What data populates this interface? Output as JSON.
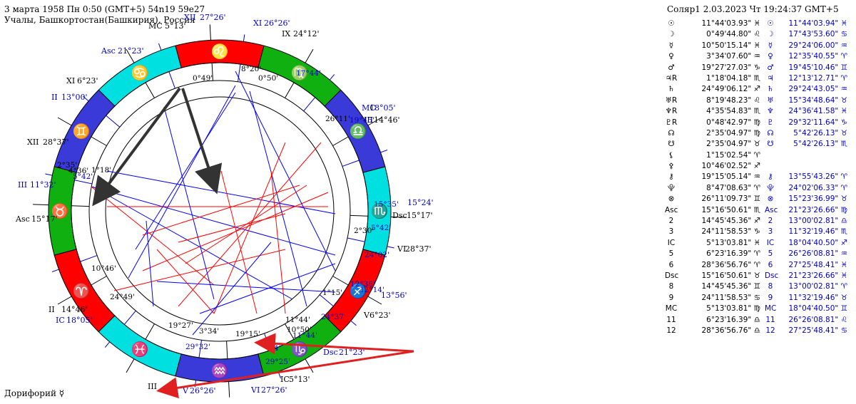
{
  "header": {
    "left_line1": "3 марта 1958  Пн   0:50 (GMT+5) 54n19  59e27",
    "left_line2": "Учалы, Башкортостан(Башкирия), Россия",
    "right_line": "Соляр1  2.03.2023  Чт 19:24:37 GMT+5"
  },
  "chart": {
    "signs": [
      {
        "glyph": "♌",
        "color": "#ff0000"
      },
      {
        "glyph": "♋",
        "color": "#00e0e0"
      },
      {
        "glyph": "♊",
        "color": "#3a3ad8"
      },
      {
        "glyph": "♉",
        "color": "#10b010"
      },
      {
        "glyph": "♈",
        "color": "#ff0000"
      },
      {
        "glyph": "♓",
        "color": "#00e0e0"
      },
      {
        "glyph": "♒",
        "color": "#3a3ad8"
      },
      {
        "glyph": "♑",
        "color": "#10b010"
      },
      {
        "glyph": "♐",
        "color": "#ff0000"
      },
      {
        "glyph": "♏",
        "color": "#00e0e0"
      },
      {
        "glyph": "♎",
        "color": "#3a3ad8"
      },
      {
        "glyph": "♍",
        "color": "#10b010"
      }
    ],
    "outer_labels": [
      {
        "text": "MC",
        "color": "#000"
      },
      {
        "text": "5°13'",
        "color": "#000"
      },
      {
        "text": "XII",
        "color": "#0000c8"
      },
      {
        "text": "27°26'",
        "color": "#0000c8"
      },
      {
        "text": "XI",
        "color": "#0000c8"
      },
      {
        "text": "26°26'",
        "color": "#0000c8"
      },
      {
        "text": "IX",
        "color": "#000"
      },
      {
        "text": "24°12'",
        "color": "#000"
      },
      {
        "text": "Asc",
        "color": "#0000c8"
      },
      {
        "text": "21°23'",
        "color": "#0000c8"
      },
      {
        "text": "XI",
        "color": "#000"
      },
      {
        "text": "6°23'",
        "color": "#000"
      },
      {
        "text": "II",
        "color": "#0000c8"
      },
      {
        "text": "13°00'",
        "color": "#0000c8"
      },
      {
        "text": "XII",
        "color": "#000"
      },
      {
        "text": "28°37'",
        "color": "#000"
      },
      {
        "text": "III",
        "color": "#0000c8"
      },
      {
        "text": "11°32'",
        "color": "#0000c8"
      },
      {
        "text": "Asc",
        "color": "#000"
      },
      {
        "text": "15°17'",
        "color": "#000"
      },
      {
        "text": "II",
        "color": "#000"
      },
      {
        "text": "14°46'",
        "color": "#000"
      },
      {
        "text": "IC",
        "color": "#0000c8"
      },
      {
        "text": "18°05'",
        "color": "#0000c8"
      },
      {
        "text": "III",
        "color": "#000"
      },
      {
        "text": "V",
        "color": "#0000c8"
      },
      {
        "text": "26°26'",
        "color": "#0000c8"
      },
      {
        "text": "VI",
        "color": "#0000c8"
      },
      {
        "text": "27°26'",
        "color": "#0000c8"
      },
      {
        "text": "IC",
        "color": "#000"
      },
      {
        "text": "5°13'",
        "color": "#000"
      },
      {
        "text": "Dsc",
        "color": "#0000c8"
      },
      {
        "text": "21°23'",
        "color": "#0000c8"
      },
      {
        "text": "V",
        "color": "#000"
      },
      {
        "text": "6°23'",
        "color": "#000"
      },
      {
        "text": "13°56'",
        "color": "#0000c8"
      },
      {
        "text": "VI",
        "color": "#000"
      },
      {
        "text": "28°37'",
        "color": "#000"
      },
      {
        "text": "Dsc",
        "color": "#000"
      },
      {
        "text": "15°17'",
        "color": "#000"
      },
      {
        "text": "III",
        "color": "#000"
      },
      {
        "text": "14°46'",
        "color": "#000"
      },
      {
        "text": "MC",
        "color": "#0000c8"
      },
      {
        "text": "18°05'",
        "color": "#0000c8"
      },
      {
        "text": "15°24'",
        "color": "#0000c8"
      }
    ],
    "inner_labels": [
      {
        "text": "0°49'",
        "color": "#000"
      },
      {
        "text": "8°20'",
        "color": "#000"
      },
      {
        "text": "0°50'",
        "color": "#000"
      },
      {
        "text": "17°44'",
        "color": "#0000c8"
      },
      {
        "text": "26°11'",
        "color": "#000"
      },
      {
        "text": "19°45'",
        "color": "#0000c8"
      },
      {
        "text": "2°35'",
        "color": "#000"
      },
      {
        "text": "4°36'",
        "color": "#000"
      },
      {
        "text": "5°42'",
        "color": "#0000c8"
      },
      {
        "text": "1°18'",
        "color": "#000"
      },
      {
        "text": "15°35'",
        "color": "#0000c8"
      },
      {
        "text": "5°42'",
        "color": "#0000c8"
      },
      {
        "text": "2°30'",
        "color": "#000"
      },
      {
        "text": "24°02'",
        "color": "#0000c8"
      },
      {
        "text": "10°46'",
        "color": "#000"
      },
      {
        "text": "24°49'",
        "color": "#000"
      },
      {
        "text": "12°36'",
        "color": "#0000c8"
      },
      {
        "text": "12°14'",
        "color": "#0000c8"
      },
      {
        "text": "1°15'",
        "color": "#000"
      },
      {
        "text": "11°44'",
        "color": "#000"
      },
      {
        "text": "24°37'",
        "color": "#0000c8"
      },
      {
        "text": "10°50'",
        "color": "#000"
      },
      {
        "text": "11°44'",
        "color": "#0000c8"
      },
      {
        "text": "19°27'",
        "color": "#000"
      },
      {
        "text": "3°34'",
        "color": "#000"
      },
      {
        "text": "19°15'",
        "color": "#000"
      },
      {
        "text": "29°32'",
        "color": "#0000c8"
      },
      {
        "text": "°24'",
        "color": "#0000c8"
      },
      {
        "text": "29°25'",
        "color": "#0000c8"
      }
    ]
  },
  "planets": [
    {
      "g1": "☉",
      "v1": "11°44'03.93\" ♓",
      "g2": "☉",
      "v2": "11°44'03.94\" ♓"
    },
    {
      "g1": "☽",
      "v1": "0°49'44.80\" ♌",
      "g2": "☽",
      "v2": "17°43'53.60\" ♋"
    },
    {
      "g1": "☿",
      "v1": "10°50'15.14\" ♓",
      "g2": "☿",
      "v2": "29°24'06.00\" ♒"
    },
    {
      "g1": "♀",
      "v1": "3°34'07.60\" ♒",
      "g2": "♀",
      "v2": "12°35'40.55\" ♈"
    },
    {
      "g1": "♂",
      "v1": "19°27'27.03\" ♑",
      "g2": "♂",
      "v2": "19°45'10.46\" ♊"
    },
    {
      "g1": "♃R",
      "v1": "1°18'04.18\" ♏",
      "g2": "♃",
      "v2": "12°13'12.71\" ♈"
    },
    {
      "g1": "♄",
      "v1": "24°49'06.12\" ♐",
      "g2": "♄",
      "v2": "29°24'43.05\" ♒"
    },
    {
      "g1": "♅R",
      "v1": "8°19'48.23\" ♌",
      "g2": "♅",
      "v2": "15°34'48.64\" ♉"
    },
    {
      "g1": "♆R",
      "v1": "4°35'54.83\" ♏",
      "g2": "♆",
      "v2": "24°36'41.58\" ♓"
    },
    {
      "g1": "♇R",
      "v1": "0°48'42.97\" ♍",
      "g2": "♇",
      "v2": "29°32'11.64\" ♑"
    },
    {
      "g1": "☊",
      "v1": "2°35'04.97\" ♍",
      "g2": "☊",
      "v2": "5°42'26.13\" ♉"
    },
    {
      "g1": "☋",
      "v1": "2°35'04.97\" ♉",
      "g2": "☋",
      "v2": "5°42'26.13\" ♏"
    },
    {
      "g1": "⚸",
      "v1": "1°15'02.54\" ♈",
      "g2": "",
      "v2": ""
    },
    {
      "g1": "⚴",
      "v1": "10°46'02.52\" ♐",
      "g2": "",
      "v2": ""
    },
    {
      "g1": "⚷",
      "v1": "19°15'05.14\" ♒",
      "g2": "⚷",
      "v2": "13°55'43.26\" ♈"
    },
    {
      "g1": "⯓",
      "v1": "8°47'08.63\" ♈",
      "g2": "⯓",
      "v2": "24°02'06.33\" ♈"
    },
    {
      "g1": "⊗",
      "v1": "26°11'09.73\" ♊",
      "g2": "⊗",
      "v2": "15°23'36.99\" ♉"
    },
    {
      "g1": "Asc",
      "v1": "15°16'50.61\" ♏",
      "g2": "Asc",
      "v2": "21°23'26.66\" ♍"
    },
    {
      "g1": "2",
      "v1": "14°45'45.36\" ♐",
      "g2": "2",
      "v2": "13°00'02.81\" ♎"
    },
    {
      "g1": "3",
      "v1": "24°11'58.53\" ♑",
      "g2": "3",
      "v2": "11°32'19.46\" ♏"
    },
    {
      "g1": "IC",
      "v1": "5°13'03.81\" ♓",
      "g2": "IC",
      "v2": "18°04'40.50\" ♐"
    },
    {
      "g1": "5",
      "v1": "6°23'16.39\" ♈",
      "g2": "5",
      "v2": "26°26'08.81\" ♒"
    },
    {
      "g1": "6",
      "v1": "28°36'56.76\" ♈",
      "g2": "6",
      "v2": "27°25'48.41\" ♓"
    },
    {
      "g1": "Dsc",
      "v1": "15°16'50.61\" ♉",
      "g2": "Dsc",
      "v2": "21°23'26.66\" ♓"
    },
    {
      "g1": "8",
      "v1": "14°45'45.36\" ♊",
      "g2": "8",
      "v2": "13°00'02.81\" ♈"
    },
    {
      "g1": "9",
      "v1": "24°11'58.53\" ♋",
      "g2": "9",
      "v2": "11°32'19.46\" ♉"
    },
    {
      "g1": "MC",
      "v1": "5°13'03.81\" ♍",
      "g2": "MC",
      "v2": "18°04'40.50\" ♊"
    },
    {
      "g1": "11",
      "v1": "6°23'16.39\" ♎",
      "g2": "11",
      "v2": "26°26'08.81\" ♌"
    },
    {
      "g1": "12",
      "v1": "28°36'56.76\" ♎",
      "g2": "12",
      "v2": "27°25'48.41\" ♋"
    }
  ],
  "footer": {
    "line1": "Дорифорий  ☿"
  }
}
